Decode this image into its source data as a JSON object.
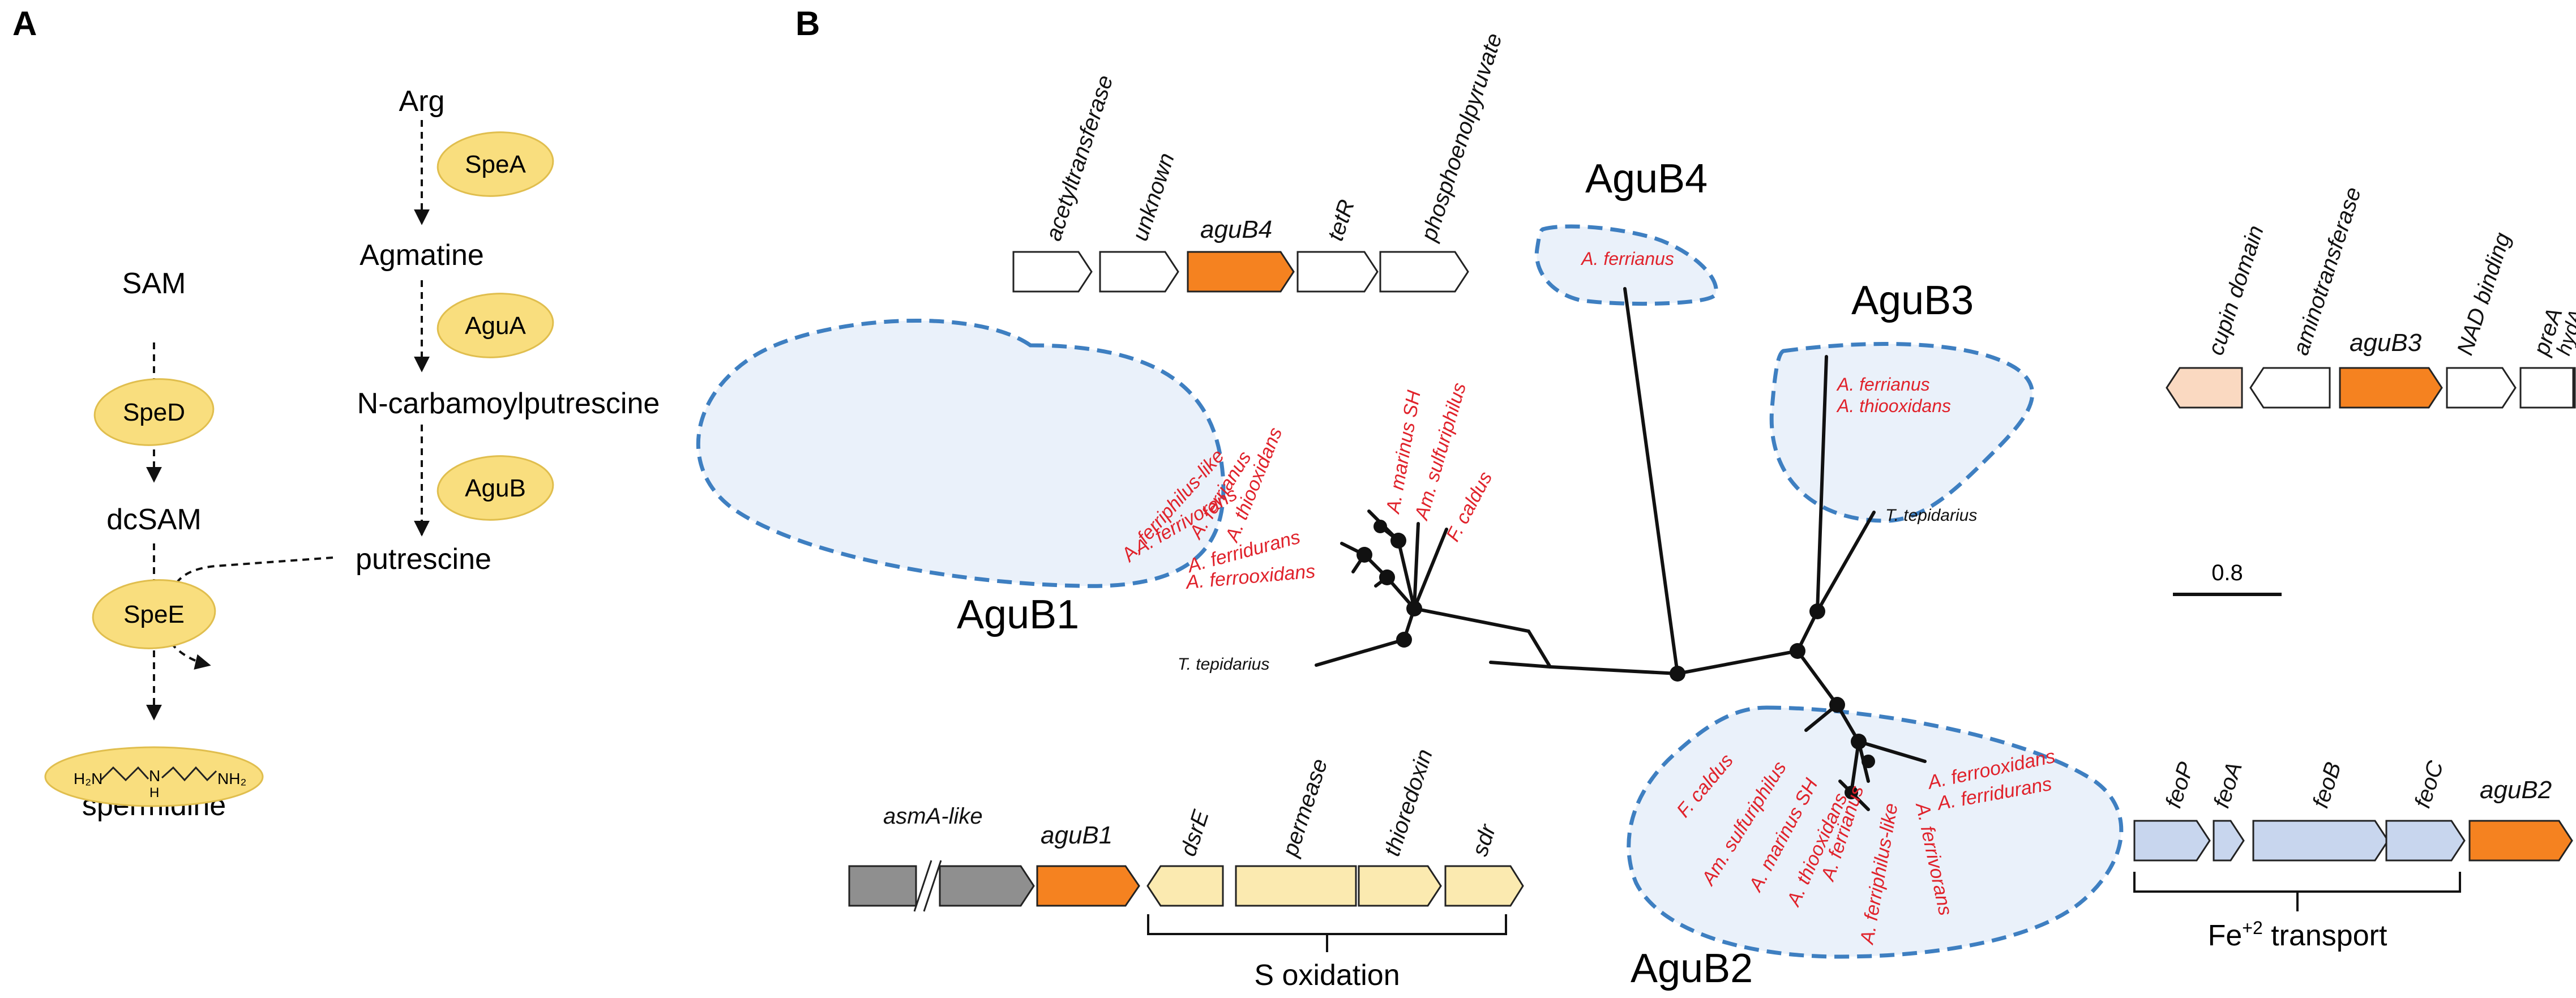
{
  "panels": {
    "a": "A",
    "b": "B"
  },
  "pathway": {
    "arg": "Arg",
    "agmatine": "Agmatine",
    "ncp": "N-carbamoylputrescine",
    "putrescine": "putrescine",
    "sam": "SAM",
    "dcsam": "dcSAM",
    "spermidine": "spermidine",
    "enzymes": {
      "spea": "SpeA",
      "agua": "AguA",
      "agub": "AguB",
      "sped": "SpeD",
      "spee": "SpeE"
    },
    "struct": {
      "h2n": "H₂N",
      "nh2": "NH₂",
      "n": "N",
      "h": "H"
    }
  },
  "clusters": {
    "agub1": "AguB1",
    "agub2": "AguB2",
    "agub3": "AguB3",
    "agub4": "AguB4"
  },
  "species": {
    "agub1": [
      "A. thiooxidans",
      "A. ferrianus",
      "A. ferriphilus-like",
      "A. ferrivorans",
      "A. ferridurans",
      "A. ferrooxidans",
      "A. marinus SH",
      "Am. sulfuriphilus",
      "F. caldus"
    ],
    "agub2": [
      "F. caldus",
      "Am. sulfuriphilus",
      "A. marinus SH",
      "A. thiooxidans",
      "A. ferrianus",
      "A. ferriphilus-like",
      "A. ferrivorans",
      "A. ferrooxidans",
      "A. ferridurans"
    ],
    "agub3": [
      "A. ferrianus",
      "A. thiooxidans"
    ],
    "agub4": [
      "A. ferrianus"
    ],
    "outgroup1": "T. tepidarius",
    "outgroup3": "T. tepidarius"
  },
  "scale": "0.8",
  "operons": {
    "agub4": [
      "acetyltransferase",
      "unknown",
      "aguB4",
      "tetR",
      "phosphoenolpyruvate"
    ],
    "agub3": [
      "cupin domain",
      "aminotransferase",
      "aguB3",
      "NAD binding",
      "preA",
      "hydA"
    ],
    "agub1": [
      "asmA-like",
      "aguB1",
      "dsrE",
      "permease",
      "thioredoxin",
      "sdr"
    ],
    "agub2": [
      "feoP",
      "feoA",
      "feoB",
      "feoC",
      "aguB2"
    ],
    "s_oxidation": "S oxidation",
    "fe_base": "Fe",
    "fe_sup": "+2",
    "fe_tail": " transport"
  },
  "colors": {
    "enzyme": "#F9DE7E",
    "agu": "#F58220",
    "species": "#E0222B",
    "cluster_fill": "#EAF1FA",
    "cluster_stroke": "#3E7FC1",
    "sulfur": "#FBEAB0",
    "iron": "#C8D6EE",
    "grey": "#8F8F8F",
    "cupin": "#FAD9C1"
  }
}
